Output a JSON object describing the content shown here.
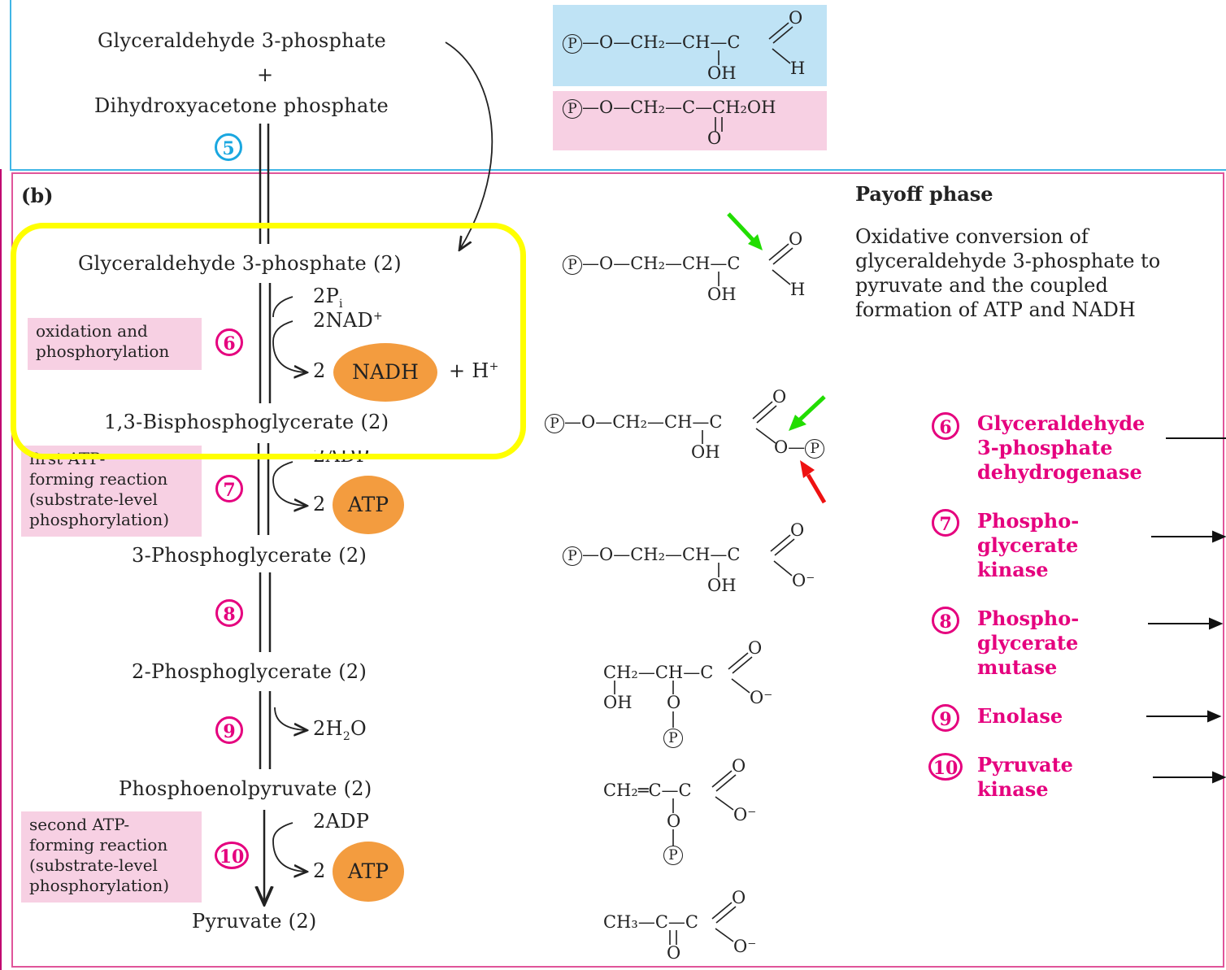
{
  "top": {
    "g3p": "Glyceraldehyde 3-phosphate",
    "plus": "+",
    "dhap": "Dihydroxyacetone phosphate",
    "step": "5"
  },
  "panel": {
    "label": "(b)",
    "title": "Payoff phase",
    "description": "Oxidative conversion of\nglyceraldehyde 3-phosphate to\npyruvate and the coupled\nformation of ATP and NADH"
  },
  "compounds": [
    "Glyceraldehyde 3-phosphate (2)",
    "1,3-Bisphosphoglycerate (2)",
    "3-Phosphoglycerate (2)",
    "2-Phosphoglycerate (2)",
    "Phosphoenolpyruvate (2)",
    "Pyruvate (2)"
  ],
  "steps": [
    "6",
    "7",
    "8",
    "9",
    "10"
  ],
  "notes": {
    "oxidation": "oxidation and\nphosphorylation",
    "first_atp": "first ATP-\nforming reaction\n(substrate-level\nphosphorylation)",
    "second_atp": "second ATP-\nforming reaction\n(substrate-level\nphosphorylation)"
  },
  "side": {
    "pi": "2P",
    "pi_sub": "i",
    "nad": "2NAD",
    "nad_sup": "+",
    "coef": "2",
    "nadh": "NADH",
    "plus_h": "+ H",
    "plus_h_sup": "+",
    "adp": "2ADP",
    "atp": "ATP",
    "water": "2H",
    "water_sub": "2",
    "water_o": "O"
  },
  "enzymes": [
    {
      "num": "6",
      "name": "Glyceraldehyde\n3-phosphate\ndehydrogenase"
    },
    {
      "num": "7",
      "name": "Phospho-\nglycerate\nkinase"
    },
    {
      "num": "8",
      "name": "Phospho-\nglycerate\nmutase"
    },
    {
      "num": "9",
      "name": "Enolase"
    },
    {
      "num": "10",
      "name": "Pyruvate\nkinase"
    }
  ],
  "chem": {
    "P": "P",
    "O": "O",
    "OH": "OH",
    "H": "H",
    "C": "C",
    "CH": "CH",
    "CH2": "CH₂",
    "CH3": "CH₃",
    "CH2OH": "CH₂OH",
    "Ominus": "O⁻",
    "dash": "—",
    "dbl": "═"
  },
  "colors": {
    "step_pink": "#e5007e",
    "step_blue": "#1aa7e0",
    "note_bg": "#f7d0e3",
    "oval": "#f39c3f",
    "highlight": "#ffff00",
    "green_arrow": "#22dd00",
    "red_arrow": "#ee1111"
  }
}
